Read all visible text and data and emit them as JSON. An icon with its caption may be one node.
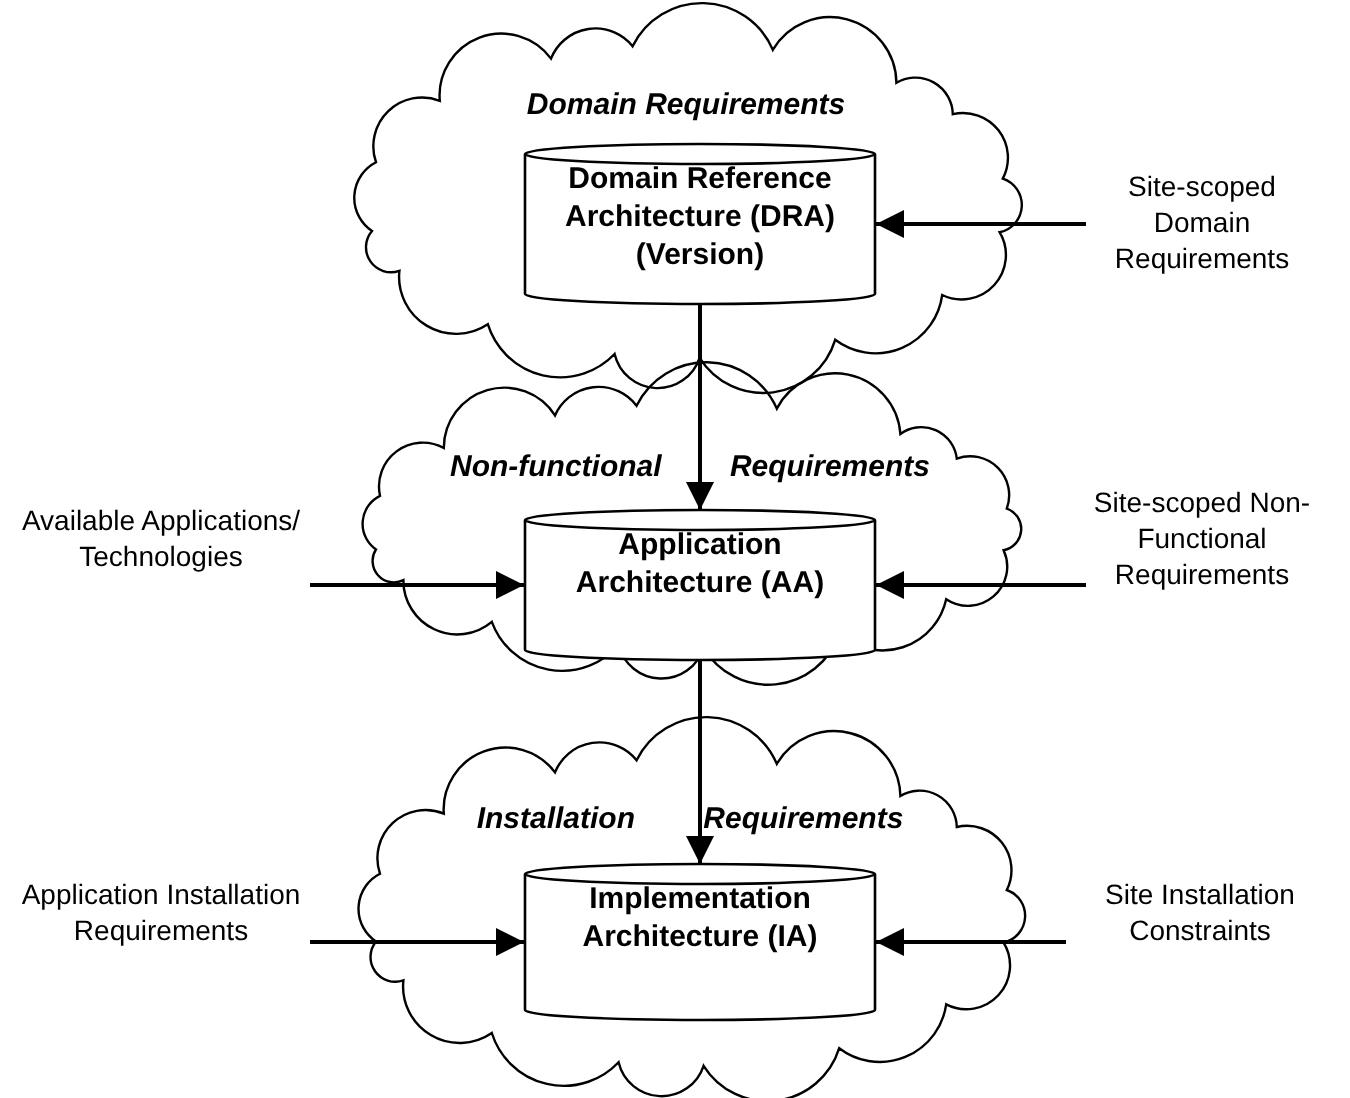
{
  "diagram": {
    "nodes": [
      {
        "text": [
          "Domain Requirements"
        ]
      },
      {
        "text": [
          "Domain Reference Architecture (DRA) (Version)"
        ],
        "in": 0
      },
      {
        "text": [
          "Site-scoped Domain Requirements"
        ]
      },
      {
        "text": [
          "Non-functional Requirements"
        ]
      },
      {
        "text": [
          "Application Architecture (AA)"
        ],
        "in": 3
      },
      {
        "text": [
          "Available Applications/ Technologies"
        ]
      },
      {
        "text": [
          "Site-scoped Non-Functional Requirements"
        ]
      },
      {
        "text": [
          "Installation Requirements"
        ]
      },
      {
        "text": [
          "Implementation Architecture (IA)"
        ],
        "in": 7
      },
      {
        "text": [
          "Application Installation Requirements"
        ]
      },
      {
        "text": [
          "Site Installation Constraints"
        ]
      }
    ],
    "edges": [
      {
        "from": 1,
        "to": 4,
        "arrow": "to"
      },
      {
        "from": 4,
        "to": 8,
        "arrow": "to"
      },
      {
        "from": 2,
        "to": 1,
        "arrow": "to"
      },
      {
        "from": 5,
        "to": 4,
        "arrow": "to"
      },
      {
        "from": 6,
        "to": 4,
        "arrow": "to"
      },
      {
        "from": 9,
        "to": 8,
        "arrow": "to"
      },
      {
        "from": 10,
        "to": 8,
        "arrow": "to"
      }
    ]
  }
}
